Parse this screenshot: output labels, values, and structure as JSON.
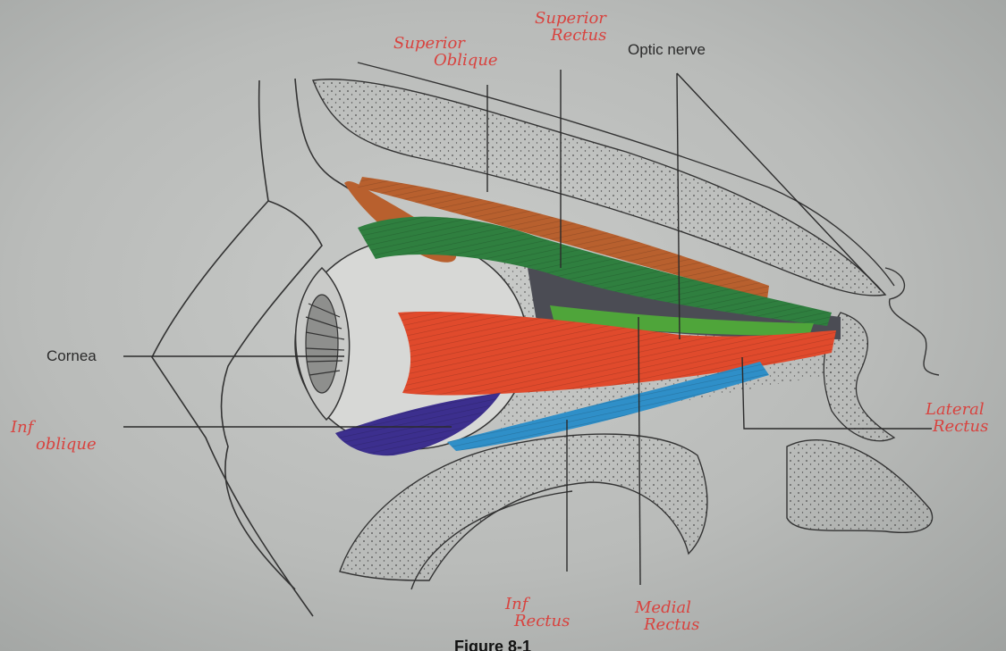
{
  "figure": {
    "caption": "Figure 8-1",
    "printed_labels": {
      "optic_nerve": "Optic nerve",
      "cornea": "Cornea"
    },
    "handwritten_labels": {
      "superior_oblique": [
        "Superior",
        "Oblique"
      ],
      "superior_rectus": [
        "Superior",
        "Rectus"
      ],
      "inferior_oblique": [
        "Inf",
        "oblique"
      ],
      "lateral_rectus": [
        "Lateral",
        "Rectus"
      ],
      "inferior_rectus": [
        "Inf",
        "Rectus"
      ],
      "medial_rectus": [
        "Medial",
        "Rectus"
      ]
    },
    "colors": {
      "superior_oblique": "#b8602e",
      "superior_rectus": "#2f7f3f",
      "lateral_rectus": "#e04a2c",
      "inferior_rectus": "#2f8fc8",
      "inferior_oblique": "#3c2f8e",
      "medial_rectus": "#4fa53a",
      "handwriting": "#d8433f",
      "ink": "#2b2b2b"
    }
  }
}
